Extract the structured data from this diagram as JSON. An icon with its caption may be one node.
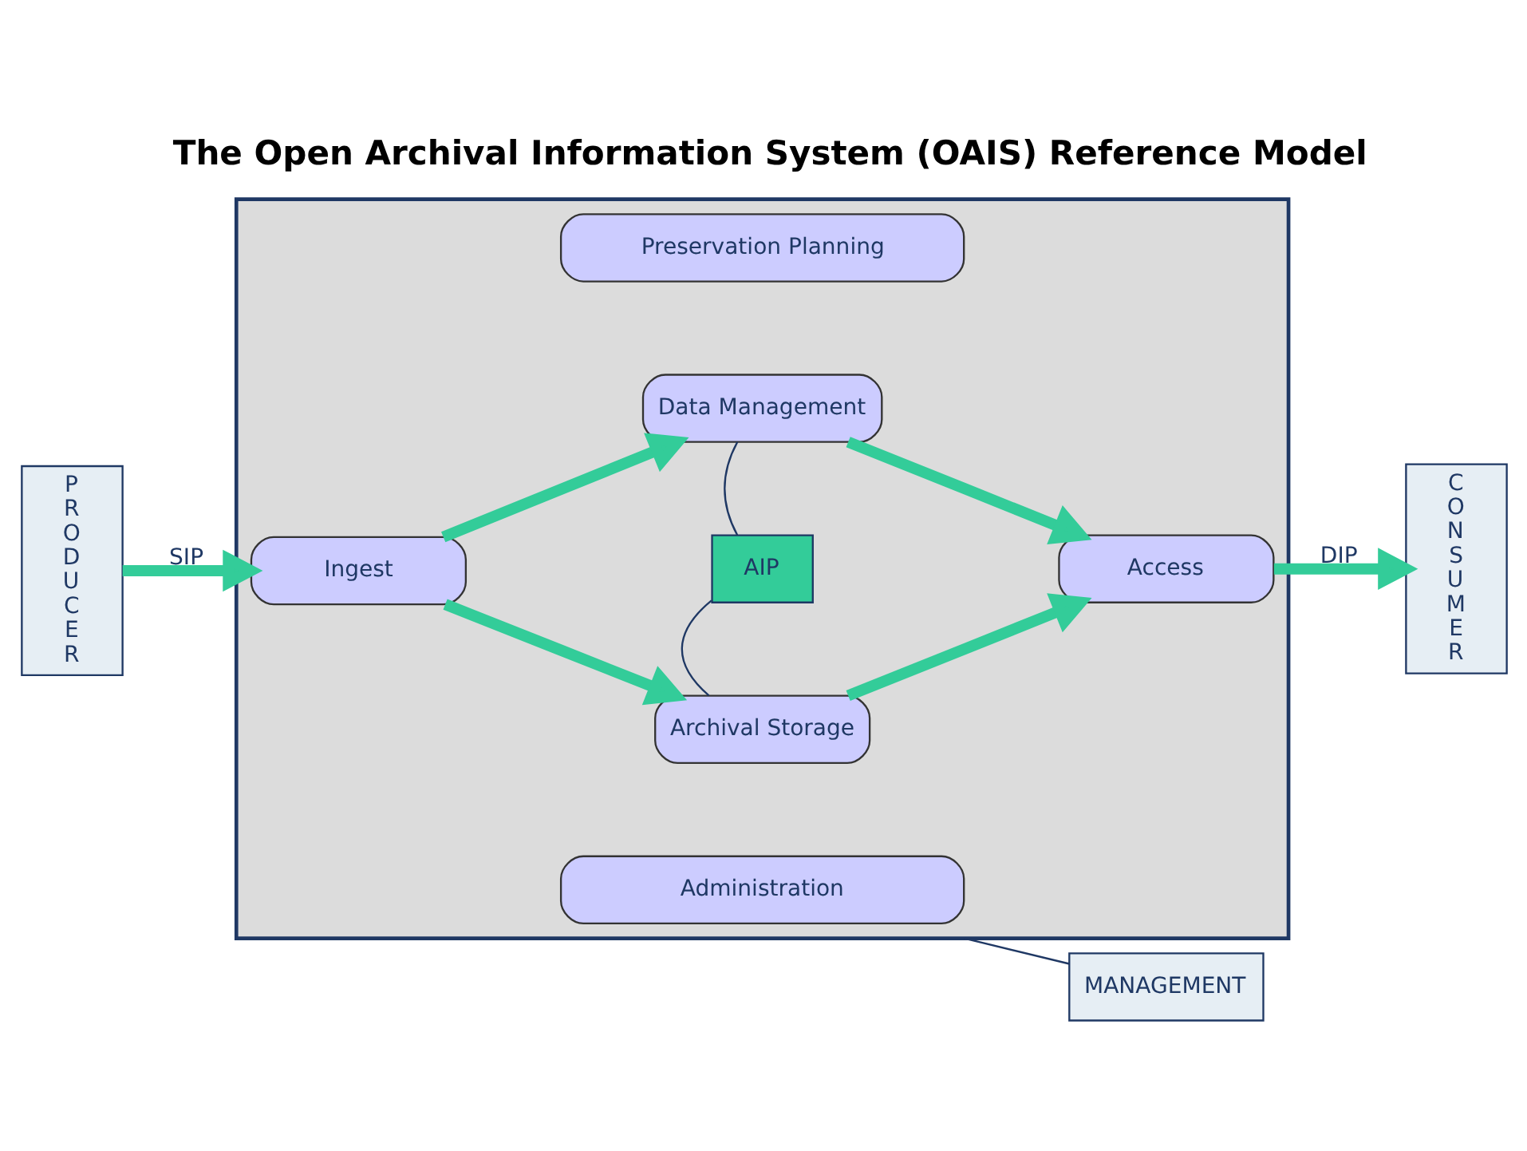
{
  "diagram": {
    "title": "The Open Archival Information System (OAIS) Reference Model",
    "nodes": [
      {
        "text": [],
        "shape": "box"
      },
      {
        "text": [
          "Preservation Planning"
        ],
        "in": 0
      },
      {
        "text": [
          "PRODUCER"
        ]
      },
      {
        "text": [
          "Ingest"
        ],
        "in": 0
      },
      {
        "text": [
          "Data Management"
        ],
        "in": 0
      },
      {
        "text": [
          "AIP"
        ],
        "in": 0
      },
      {
        "text": [
          "Archival Storage"
        ],
        "in": 0
      },
      {
        "text": [
          "Access"
        ],
        "in": 0
      },
      {
        "text": [
          "CONSUMER"
        ]
      },
      {
        "text": [
          "Administration"
        ],
        "in": 0
      },
      {
        "text": [
          "MANAGEMENT"
        ]
      }
    ],
    "edges": [
      {
        "from": 2,
        "to": 3,
        "arrow": "to",
        "label": "SIP"
      },
      {
        "from": 3,
        "to": 4,
        "arrow": "to"
      },
      {
        "from": 3,
        "to": 6,
        "arrow": "to"
      },
      {
        "from": 4,
        "to": 7,
        "arrow": "to"
      },
      {
        "from": 6,
        "to": 7,
        "arrow": "to"
      },
      {
        "from": 7,
        "to": 8,
        "arrow": "to",
        "label": "DIP"
      },
      {
        "from": 4,
        "to": 5,
        "arrow": "none",
        "color": "#1f3864"
      },
      {
        "from": 5,
        "to": 6,
        "arrow": "none",
        "color": "#1f3864"
      },
      {
        "from": 0,
        "to": 10,
        "arrow": "none",
        "color": "#1f3864"
      }
    ]
  }
}
